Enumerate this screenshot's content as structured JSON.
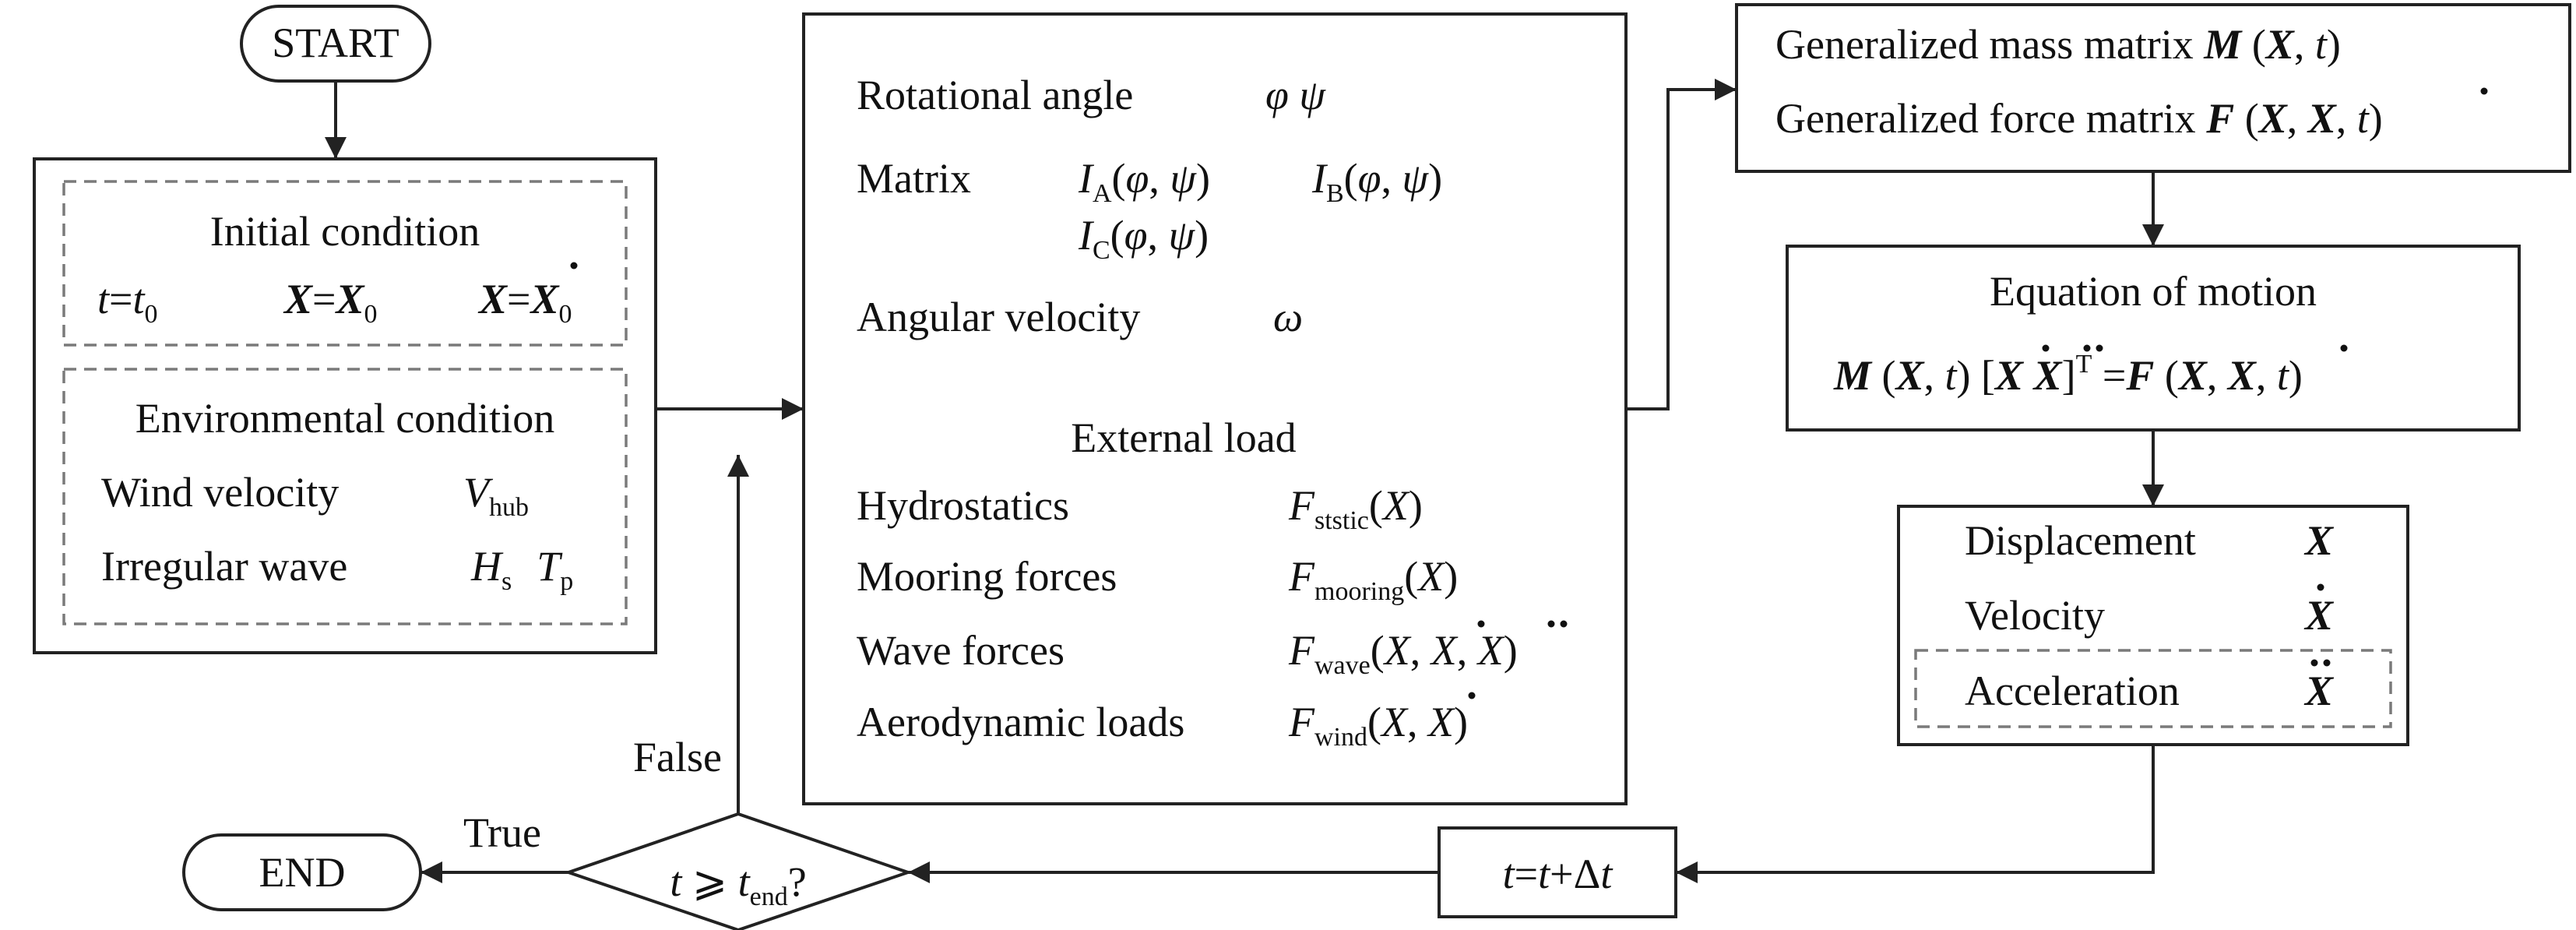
{
  "start_node": {
    "label": "START"
  },
  "end_node": {
    "label": "END"
  },
  "initial_block": {
    "initial_title": "Initial condition",
    "env_title": "Environmental condition",
    "wind_label": "Wind velocity",
    "wave_label": "Irregular wave"
  },
  "kinematics_block": {
    "rot_label": "Rotational angle",
    "matrix_label": "Matrix",
    "angvel_label": "Angular velocity",
    "ext_title": "External load",
    "hydro_label": "Hydrostatics",
    "mooring_label": "Mooring forces",
    "wave_label": "Wave forces",
    "aero_label": "Aerodynamic loads"
  },
  "generalized_block": {
    "mass_label": "Generalized mass matrix",
    "force_label": "Generalized force matrix"
  },
  "equation_block": {
    "title": "Equation of motion"
  },
  "result_block": {
    "disp_label": "Displacement",
    "vel_label": "Velocity",
    "acc_label": "Acceleration"
  },
  "decision": {
    "true_label": "True",
    "false_label": "False"
  }
}
